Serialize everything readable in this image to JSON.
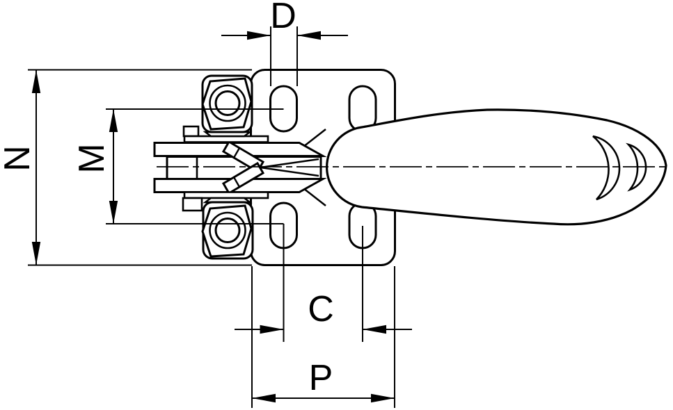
{
  "drawing": {
    "kind": "toggle-clamp-technical-drawing-top-view",
    "labels": {
      "d": "D",
      "n": "N",
      "m": "M",
      "c": "C",
      "p": "P"
    },
    "colors": {
      "line": "#000000",
      "background": "#ffffff"
    }
  }
}
